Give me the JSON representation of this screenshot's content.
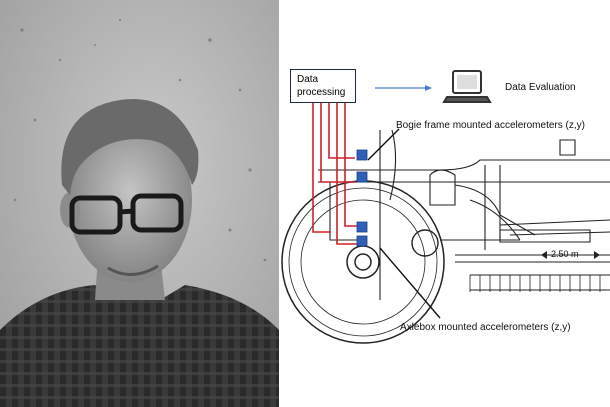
{
  "diagram": {
    "processing_box_label": "Data processing",
    "evaluation_label": "Data Evaluation",
    "bogie_label": "Bogie frame mounted accelerometers (z,y)",
    "axlebox_label": "Axlebox mounted accelerometers (z,y)",
    "dimension_label": "2.50 m",
    "icons": [
      "laptop-icon",
      "arrow-right-icon",
      "accelerometer-sensor-icon"
    ],
    "colors": {
      "wire": "#d0202a",
      "sensor": "#2f5fb8",
      "arrow": "#4a7ec8",
      "linework": "#222222"
    }
  }
}
